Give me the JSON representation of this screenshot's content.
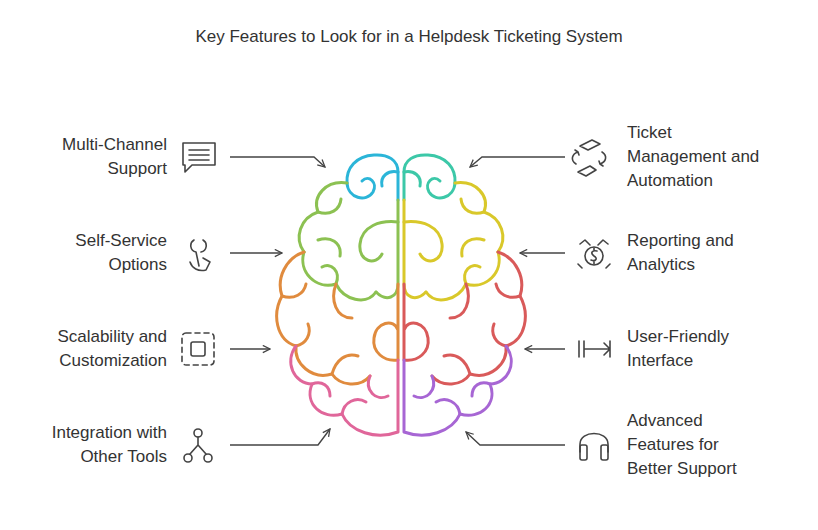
{
  "diagram": {
    "title": "Key Features to Look for in a Helpdesk Ticketing System",
    "labels": [
      "Multi-Channel Support",
      "Ticket Management and Automation",
      "Self-Service Options",
      "Reporting and Analytics",
      "Scalability and Customization",
      "User-Friendly Interface",
      "Integration with Other Tools",
      "Advanced Features for Better Support"
    ]
  }
}
